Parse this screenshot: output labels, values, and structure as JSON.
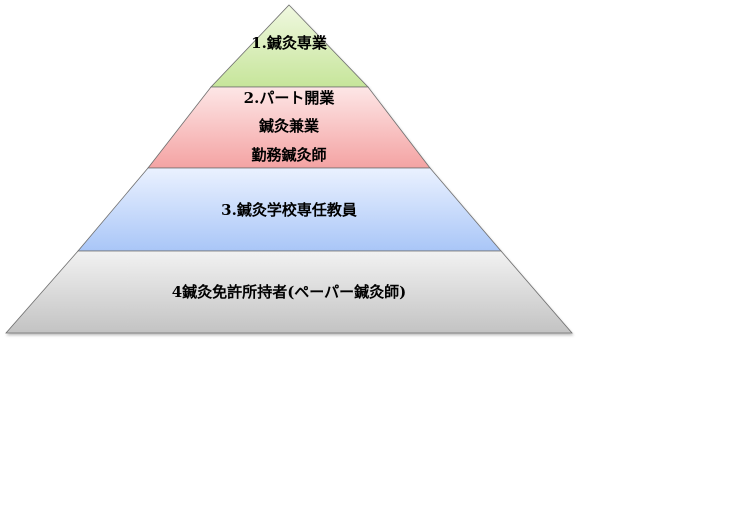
{
  "diagram": {
    "type": "pyramid",
    "tiers": [
      {
        "id": "tier-1",
        "lines": [
          "1.鍼灸専業"
        ],
        "fill_top": "#f0f8e0",
        "fill_bottom": "#c6e59a"
      },
      {
        "id": "tier-2",
        "lines": [
          "2.パート開業",
          "鍼灸兼業",
          "勤務鍼灸師"
        ],
        "fill_top": "#fde6e6",
        "fill_bottom": "#f4a3a3"
      },
      {
        "id": "tier-3",
        "lines": [
          "3.鍼灸学校専任教員"
        ],
        "fill_top": "#eaf1ff",
        "fill_bottom": "#a9c6f7"
      },
      {
        "id": "tier-4",
        "lines": [
          "4鍼灸免許所持者(ペーパー鍼灸師)"
        ],
        "fill_top": "#f2f2f2",
        "fill_bottom": "#c3c3c3"
      }
    ],
    "outline_color": "#6e6e6e"
  }
}
